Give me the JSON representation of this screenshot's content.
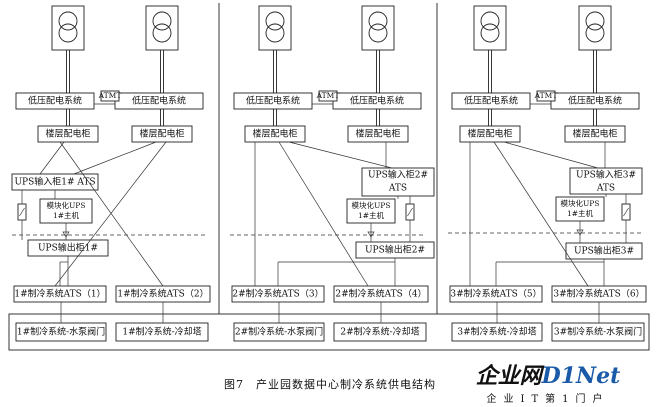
{
  "panels": [
    {
      "low_voltage": [
        "低压配电系统",
        "低压配电系统"
      ],
      "atmt": "ATMT",
      "floor": [
        "楼层配电柜",
        "楼层配电柜"
      ],
      "ups_in": "UPS输入柜1# ATS",
      "ups_in_wrap": false,
      "module": [
        "模块化UPS",
        "1#主机"
      ],
      "ups_out": "UPS输出柜1#",
      "ats": [
        "1#制冷系统ATS（1）",
        "1#制冷系统ATS（2）"
      ],
      "loads": [
        "1#制冷系统-水泵阀门",
        "1#制冷系统-冷却塔"
      ]
    },
    {
      "low_voltage": [
        "低压配电系统",
        "低压配电系统"
      ],
      "atmt": "ATMT",
      "floor": [
        "楼层配电柜",
        "楼层配电柜"
      ],
      "ups_in": "UPS输入柜2#",
      "ups_in_wrap": "ATS",
      "module": [
        "模块化UPS",
        "1#主机"
      ],
      "ups_out": "UPS输出柜2#",
      "ats": [
        "2#制冷系统ATS（3）",
        "2#制冷系统ATS（4）"
      ],
      "loads": [
        "2#制冷系统-水泵阀门",
        "2#制冷系统-冷却塔"
      ]
    },
    {
      "low_voltage": [
        "低压配电系统",
        "低压配电系统"
      ],
      "atmt": "ATMT",
      "floor": [
        "楼层配电柜",
        "楼层配电柜"
      ],
      "ups_in": "UPS输入柜3#",
      "ups_in_wrap": "ATS",
      "module": [
        "模块化UPS",
        "1#主机"
      ],
      "ups_out": "UPS输出柜3#",
      "ats": [
        "3#制冷系统ATS（5）",
        "3#制冷系统ATS（6）"
      ],
      "loads": [
        "3#制冷系统-冷却塔",
        "3#制冷系统-水泵阀门"
      ]
    }
  ],
  "caption": "图7　产业园数据中心制冷系统供电结构",
  "watermark": {
    "main": "企业网D1Net",
    "sub": "企业IT第1门户",
    "color_orange": "#f07f1a",
    "color_blue": "#1a5aa8"
  }
}
